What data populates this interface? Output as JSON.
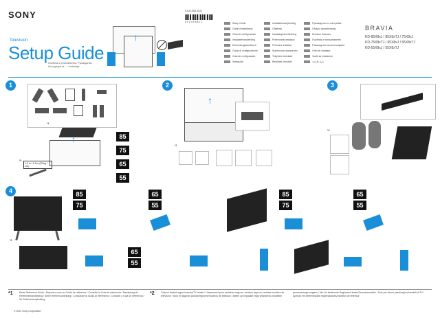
{
  "header": {
    "brand": "SONY",
    "product_type": "Television",
    "title": "Setup Guide",
    "subtitle_lines": [
      "Посібник з установлення / Руководство",
      "Инструкции за ... / Instrukcja"
    ],
    "series": "BRAVIA",
    "models": [
      "KD-85X8xJ / 85X8xTJ / 75X8xJ",
      "KD-75X8xTJ / 65X8xJ / 65X8xTJ",
      "KD-55X8xJ / 55X8xTJ"
    ],
    "doc_ref": "5-024-558-11(1)",
    "barcode_text": "5 0 2 4 5 5 8 1 1"
  },
  "languages": [
    [
      "Setup Guide",
      "Guide d'installation",
      "Guía de configuración",
      "Installatiehandleiding",
      "Einrichtungshandbuch",
      "Guida di configurazione",
      "Guia de configuração",
      "Startguide"
    ],
    [
      "Installationsvejledning",
      "Ohjekirja",
      "Installasjonsveiledning",
      "Przewodnik instalacji",
      "Průvodce instalací",
      "Sprievodca nastavením",
      "Telepítési útmutató",
      "Beállítási útmutató"
    ],
    [
      "Руководство по настройке",
      "Οδηγός εγκατάστασης",
      "Kurulum Kılavuzu",
      "Посібник з налаштування",
      "Ръководство за инсталиране",
      "Ghid de instalare",
      "Vodič za instalaciju",
      "دليل الإعداد"
    ]
  ],
  "steps": [
    {
      "number": "1",
      "sizes": [
        "85",
        "75",
        "65",
        "55"
      ],
      "dims_note": "1.5 m / 1.5 m (33 kg / cm)"
    },
    {
      "number": "2"
    },
    {
      "number": "3"
    },
    {
      "number": "4",
      "sizes_a": [
        "85",
        "75"
      ],
      "sizes_b": [
        "65",
        "55"
      ]
    }
  ],
  "footnotes": [
    {
      "mark": "*1",
      "text": "Refer Reference Guide / Reportez-vous au Guide de référence / Consulte la Guía de referencia / Raadpleeg de Referentiehandleiding / Siehe Referenzanleitung / Consultare la Guida di riferimento / Consulte o Guia de referência / Se Referencevejledning"
    },
    {
      "mark": "*2",
      "text": "Only on limited region/country/TV model / Uniquement pour certaines régions, certains pays ou certains modèles de téléviseur / Solo en algunas países/regiones/modelos de televisor / Alleen op bepaalde regio's/landen/tv-modellen"
    },
    {
      "mark": "",
      "text": "региональную модель / Nur für bestimmte Regionen/Länder/Fernsehmodelle / Solo per alcuni paesi/regioni/modelli di TV / Apenas em determinadas regiões/países/modelos de televisor"
    }
  ],
  "copyright": "© 2021 Sony Corporation"
}
